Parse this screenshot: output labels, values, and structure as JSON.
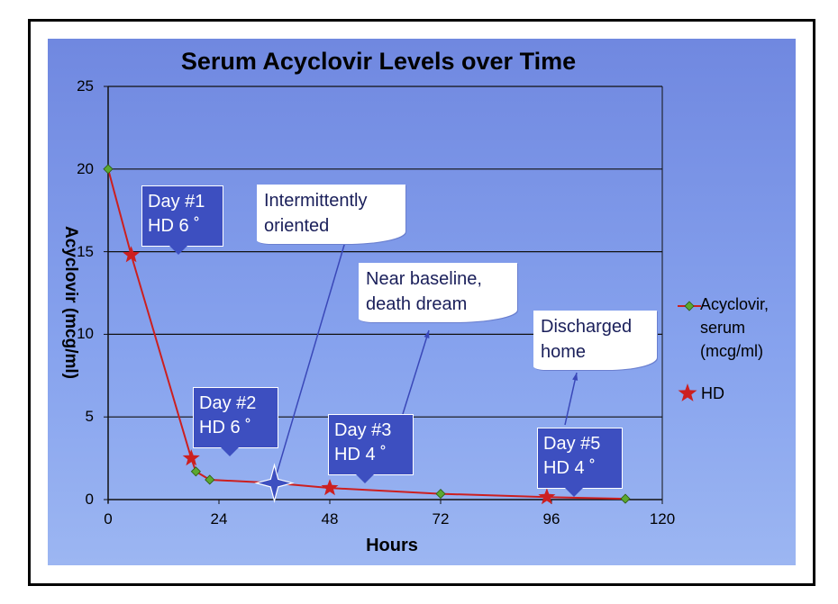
{
  "chart_data": {
    "type": "line",
    "title": "Serum Acyclovir Levels over Time",
    "xlabel": "Hours",
    "ylabel": "Acyclovir  (mcg/ml)",
    "xlim": [
      0,
      120
    ],
    "ylim": [
      0,
      25
    ],
    "xticks": [
      "0",
      "24",
      "48",
      "72",
      "96",
      "120"
    ],
    "yticks": [
      "0",
      "5",
      "10",
      "15",
      "20",
      "25"
    ],
    "grid": "horizontal",
    "legend_position": "right",
    "series": [
      {
        "name": "Acyclovir, serum (mcg/ml)",
        "marker": "diamond",
        "color": "#cc1f1f",
        "points": [
          [
            0,
            20
          ],
          [
            5,
            14.8
          ],
          [
            18,
            2.5
          ],
          [
            19,
            1.7
          ],
          [
            22,
            1.2
          ],
          [
            36,
            1.0
          ],
          [
            48,
            0.7
          ],
          [
            72,
            0.35
          ],
          [
            95,
            0.15
          ],
          [
            112,
            0.05
          ]
        ],
        "marker_points": [
          [
            0,
            20
          ],
          [
            19,
            1.7
          ],
          [
            22,
            1.2
          ],
          [
            72,
            0.35
          ],
          [
            112,
            0.05
          ]
        ]
      },
      {
        "name": "HD",
        "marker": "star",
        "color": "#cc1f1f",
        "points": [
          [
            5,
            14.8
          ],
          [
            18,
            2.5
          ],
          [
            48,
            0.7
          ],
          [
            95,
            0.15
          ]
        ]
      }
    ],
    "highlight_point": [
      36,
      1.0
    ],
    "legend": {
      "series1": [
        "Acyclovir,",
        "serum",
        "(mcg/ml)"
      ],
      "series2": "HD"
    },
    "annotations": [
      {
        "id": "day1",
        "lines": [
          "Day #1",
          "HD 6 ˚"
        ]
      },
      {
        "id": "day2",
        "lines": [
          "Day #2",
          "HD 6 ˚"
        ]
      },
      {
        "id": "day3",
        "lines": [
          "Day #3",
          "HD 4 ˚"
        ]
      },
      {
        "id": "day5",
        "lines": [
          "Day #5",
          "HD 4 ˚"
        ]
      },
      {
        "id": "note1",
        "lines": [
          "Intermittently",
          "oriented"
        ]
      },
      {
        "id": "note2",
        "lines": [
          "Near baseline,",
          "death dream"
        ]
      },
      {
        "id": "note3",
        "lines": [
          "Discharged",
          "home"
        ]
      }
    ]
  }
}
